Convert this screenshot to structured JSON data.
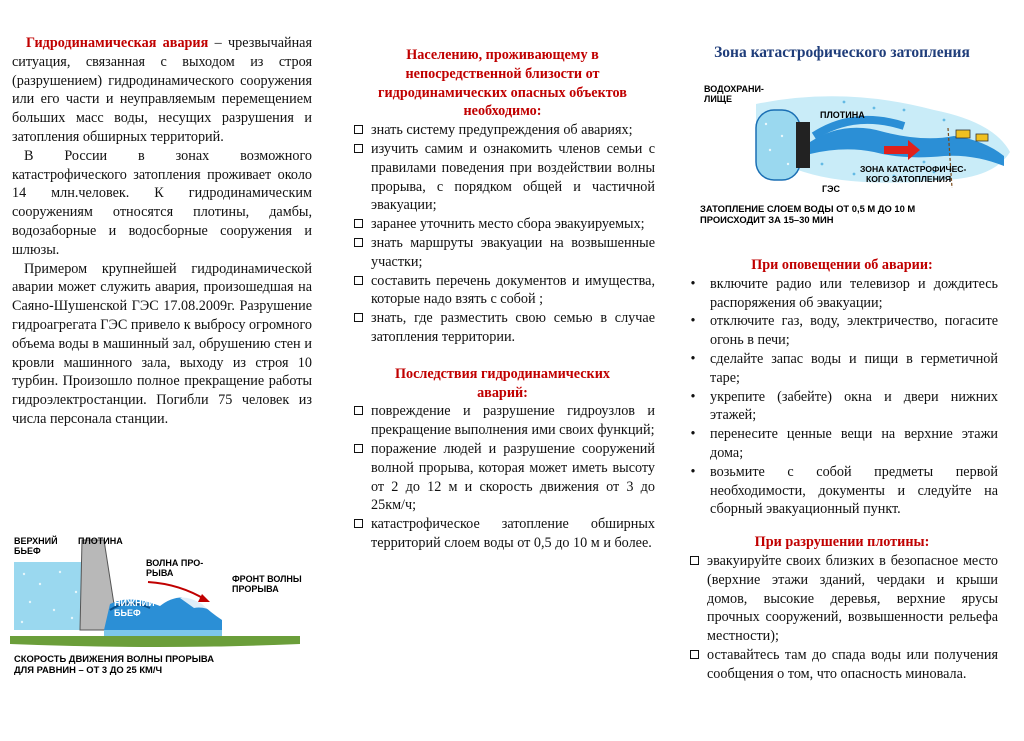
{
  "col1": {
    "term": "Гидродинамическая авария",
    "dash": "–",
    "definition": "чрезвычайная ситуация, связанная с выходом из строя (разрушением) гидродинамического сооружения или его части и неуправляемым перемещением больших масс воды, несущих разрушения и затопления обширных территорий.",
    "para2": "В России в зонах возможного катастрофического затопления проживает около 14 млн.человек. К гидродинамическим сооружениям относятся плотины, дамбы, водозаборные и водосборные сооружения и шлюзы.",
    "para3": "Примером крупнейшей гидродинамической аварии может служить авария, произошедшая на Саяно-Шушенской ГЭС 17.08.2009г. Разрушение гидроагрегата ГЭС привело к выбросу огромного объема воды в машинный зал, обрушению стен и кровли машинного зала, выходу из строя 10 турбин. Произошло полное прекращение работы гидроэлектростанции. Погибли 75 человек из числа персонала станции.",
    "diagram": {
      "upper_pool": [
        "ВЕРХНИЙ",
        "БЬЕФ"
      ],
      "dam": "ПЛОТИНА",
      "wave": [
        "ВОЛНА ПРО-",
        "РЫВА"
      ],
      "front": [
        "ФРОНТ ВОЛНЫ",
        "ПРОРЫВА"
      ],
      "lower_pool": [
        "НИЖНИЙ",
        "БЬЕФ"
      ],
      "caption": [
        "СКОРОСТЬ ДВИЖЕНИЯ ВОЛНЫ ПРОРЫВА",
        "ДЛЯ РАВНИН – ОТ 3 ДО 25 КМ/Ч"
      ]
    }
  },
  "col2": {
    "heading": [
      "Населению, проживающему в",
      "непосредственной близости от",
      "гидродинамических опасных объектов",
      "необходимо:"
    ],
    "items": [
      "знать систему предупреждения об авариях;",
      "изучить самим и ознакомить членов семьи с правилами поведения при воздействии волны прорыва, с порядком общей и частичной эвакуации;",
      "заранее уточнить место сбора эвакуируемых;",
      "знать маршруты эвакуации на возвышенные участки;",
      "составить перечень документов и имущества, которые надо взять с собой ;",
      "знать, где разместить свою семью в случае затопления территории."
    ],
    "heading2": [
      "Последствия гидродинамических",
      "аварий:"
    ],
    "items2": [
      "повреждение и разрушение гидроузлов и прекращение выполнения ими своих функций;",
      "поражение людей и разрушение сооружений волной прорыва, которая может иметь высоту от 2 до 12 м и скорость движения от 3 до 25км/ч;",
      "катастрофическое затопление обширных территорий слоем воды от 0,5 до 10 м и более."
    ]
  },
  "col3": {
    "title": "Зона катастрофического затопления",
    "diagram": {
      "reservoir": [
        "ВОДОХРАНИ-",
        "ЛИЩЕ"
      ],
      "dam": "ПЛОТИНА",
      "hpp": "ГЭС",
      "zone": [
        "ЗОНА КАТАСТРОФИЧЕС-",
        "КОГО ЗАТОПЛЕНИЯ"
      ],
      "caption": [
        "ЗАТОПЛЕНИЕ СЛОЕМ ВОДЫ ОТ 0,5 М ДО 10 М",
        "ПРОИСХОДИТ ЗА 15–30 МИН"
      ]
    },
    "heading1": "При оповещении об аварии:",
    "bullet": "•",
    "items1": [
      "включите радио или телевизор и дождитесь распоряжения об эвакуации;",
      "отключите газ, воду, электричество, погасите огонь в печи;",
      "сделайте запас воды и пищи в герметичной таре;",
      "укрепите (забейте) окна и двери нижних этажей;",
      "перенесите ценные вещи на верхние этажи дома;",
      "возьмите с собой предметы первой необходимости, документы и следуйте на сборный эвакуационный пункт."
    ],
    "heading2": "При разрушении плотины:",
    "items2": [
      "эвакуируйте своих близких в безопасное место (верхние этажи зданий, чердаки и крыши домов, высокие деревья, верхние ярусы прочных сооружений, возвышенности рельефа местности);",
      "оставайтесь там до спада воды или получения сообщения о том, что опасность миновала."
    ]
  }
}
